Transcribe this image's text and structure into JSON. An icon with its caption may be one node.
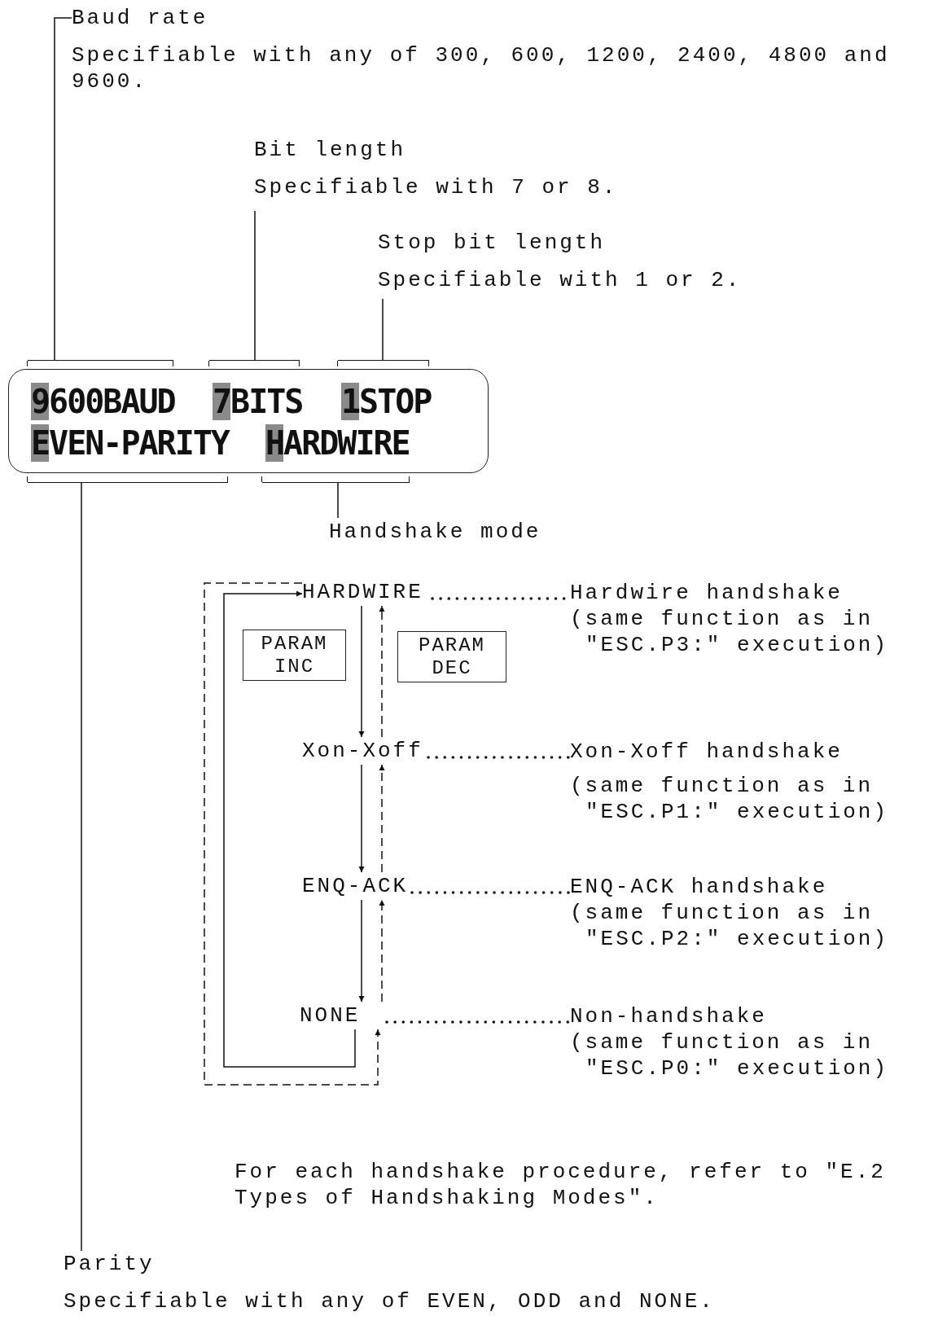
{
  "diagram": {
    "nodes": [
      {
        "text": [
          "Baud rate",
          "Specifiable with any of 300, 600, 1200, 2400, 4800 and 9600."
        ]
      },
      {
        "text": [
          "Bit length",
          "Specifiable with 7 or 8."
        ]
      },
      {
        "text": [
          "Stop bit length",
          "Specifiable with 1 or 2."
        ]
      },
      {
        "text": [],
        "shape": "box"
      },
      {
        "text": [
          "9600BAUD"
        ],
        "in": 3
      },
      {
        "text": [
          "7BITS"
        ],
        "in": 3
      },
      {
        "text": [
          "1STOP"
        ],
        "in": 3
      },
      {
        "text": [
          "EVEN-PARITY"
        ],
        "in": 3
      },
      {
        "text": [
          "HARDWIRE"
        ],
        "in": 3
      },
      {
        "text": [
          "Handshake mode"
        ]
      },
      {
        "text": [
          "Parity",
          "Specifiable with any of EVEN, ODD and NONE."
        ]
      },
      {
        "text": [
          "HARDWIRE"
        ]
      },
      {
        "text": [
          "Xon-Xoff"
        ]
      },
      {
        "text": [
          "ENQ-ACK"
        ]
      },
      {
        "text": [
          "NONE"
        ]
      },
      {
        "text": [
          "PARAM INC"
        ]
      },
      {
        "text": [
          "PARAM DEC"
        ]
      },
      {
        "text": [
          "Hardwire handshake",
          "(same function as in \"ESC.P3:\" execution)"
        ]
      },
      {
        "text": [
          "Xon-Xoff handshake",
          "(same function as in \"ESC.P1:\" execution)"
        ]
      },
      {
        "text": [
          "ENQ-ACK handshake",
          "(same function as in \"ESC.P2:\" execution)"
        ]
      },
      {
        "text": [
          "Non-handshake",
          "(same function as in \"ESC.P0:\" execution)"
        ]
      }
    ],
    "edges": [
      {
        "from": 0,
        "to": 4,
        "arrow": "none"
      },
      {
        "from": 1,
        "to": 5,
        "arrow": "none"
      },
      {
        "from": 2,
        "to": 6,
        "arrow": "none"
      },
      {
        "from": 10,
        "to": 7,
        "arrow": "none"
      },
      {
        "from": 9,
        "to": 8,
        "arrow": "none"
      },
      {
        "from": 11,
        "to": 12,
        "arrow": "to"
      },
      {
        "from": 12,
        "to": 13,
        "arrow": "to"
      },
      {
        "from": 13,
        "to": 14,
        "arrow": "to"
      },
      {
        "from": 14,
        "to": 11,
        "arrow": "to"
      },
      {
        "from": 12,
        "to": 11,
        "arrow": "to",
        "style": "dashed"
      },
      {
        "from": 13,
        "to": 12,
        "arrow": "to",
        "style": "dashed"
      },
      {
        "from": 14,
        "to": 13,
        "arrow": "to",
        "style": "dashed"
      },
      {
        "from": 11,
        "to": 14,
        "arrow": "to",
        "style": "dashed"
      },
      {
        "from": 11,
        "to": 17,
        "arrow": "none",
        "style": "dashed"
      },
      {
        "from": 12,
        "to": 18,
        "arrow": "none",
        "style": "dashed"
      },
      {
        "from": 13,
        "to": 19,
        "arrow": "none",
        "style": "dashed"
      },
      {
        "from": 14,
        "to": 20,
        "arrow": "none",
        "style": "dashed"
      }
    ],
    "labels": [
      "For each handshake procedure, refer to \"E.2 Types of Handshaking Modes\"."
    ]
  }
}
